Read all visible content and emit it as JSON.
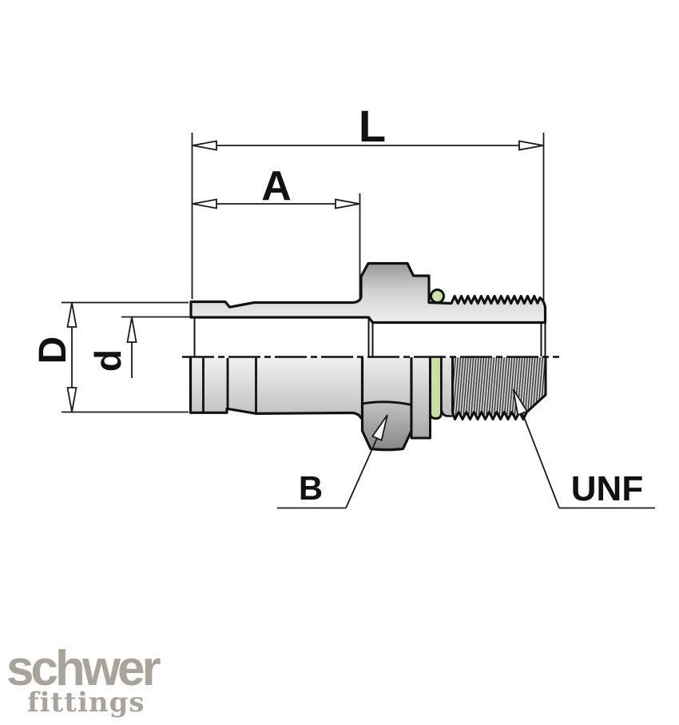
{
  "page": {
    "background": "#ffffff"
  },
  "drawing": {
    "subject": "male-stud-fitting-half-section",
    "dimension_labels": {
      "L": "L",
      "A": "A",
      "D": "D",
      "d": "d"
    },
    "callout_labels": {
      "hex": "B",
      "thread": "UNF"
    },
    "colors": {
      "outline": "#111111",
      "metal_light": "#efefef",
      "metal_dark": "#8d8d8d",
      "o_ring_green": "#c8e0a4",
      "o_ring_circle_green": "#cde2ac"
    }
  },
  "logo": {
    "brand": "schwer",
    "tagline": "fittings",
    "color": "#a9a39c"
  }
}
